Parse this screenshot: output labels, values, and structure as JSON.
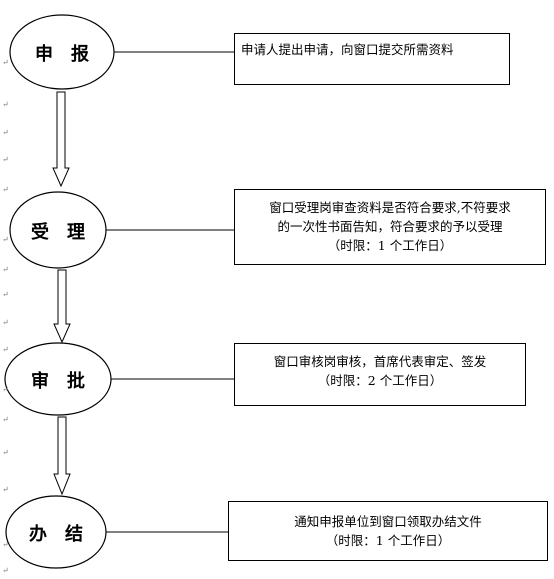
{
  "stages": [
    {
      "id": "shenbao",
      "label": "申　报",
      "lines": [
        "申请人提出申请，向窗口提交所需资料"
      ]
    },
    {
      "id": "shouli",
      "label": "受　理",
      "lines": [
        "窗口受理岗审查资料是否符合要求,不符要求",
        "的一次性书面告知，符合要求的予以受理",
        "（时限：1 个工作日）"
      ]
    },
    {
      "id": "shenpi",
      "label": "审　批",
      "lines": [
        "窗口审核岗审核，首席代表审定、签发",
        "（时限：2 个工作日）"
      ]
    },
    {
      "id": "banjie",
      "label": "办　结",
      "lines": [
        "通知申报单位到窗口领取办结文件",
        "（时限：1 个工作日）"
      ]
    }
  ],
  "paragraph_mark": "↵"
}
